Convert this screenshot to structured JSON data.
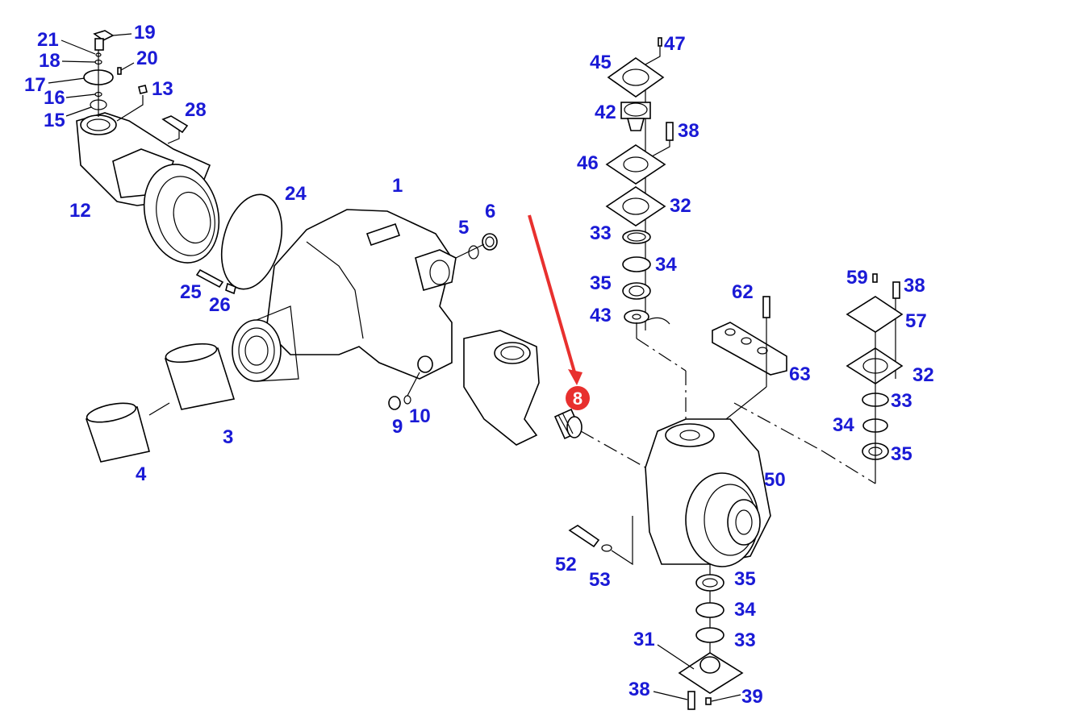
{
  "diagram": {
    "type": "exploded-parts-diagram",
    "highlight": {
      "part": "8",
      "color": "#e8302e"
    },
    "label_color": "#1a1ad6",
    "labels": {
      "p1": "1",
      "p3": "3",
      "p4": "4",
      "p5": "5",
      "p6": "6",
      "p9": "9",
      "p10": "10",
      "p12": "12",
      "p13": "13",
      "p15": "15",
      "p16": "16",
      "p17": "17",
      "p18": "18",
      "p19": "19",
      "p20": "20",
      "p21": "21",
      "p24": "24",
      "p25": "25",
      "p26": "26",
      "p28": "28",
      "p31": "31",
      "p32a": "32",
      "p32b": "32",
      "p33a": "33",
      "p33b": "33",
      "p33c": "33",
      "p34a": "34",
      "p34b": "34",
      "p34c": "34",
      "p35a": "35",
      "p35b": "35",
      "p35c": "35",
      "p38a": "38",
      "p38b": "38",
      "p38c": "38",
      "p39": "39",
      "p42": "42",
      "p43": "43",
      "p45": "45",
      "p46": "46",
      "p47": "47",
      "p50": "50",
      "p52": "52",
      "p53": "53",
      "p57": "57",
      "p59": "59",
      "p62": "62",
      "p63": "63"
    }
  }
}
